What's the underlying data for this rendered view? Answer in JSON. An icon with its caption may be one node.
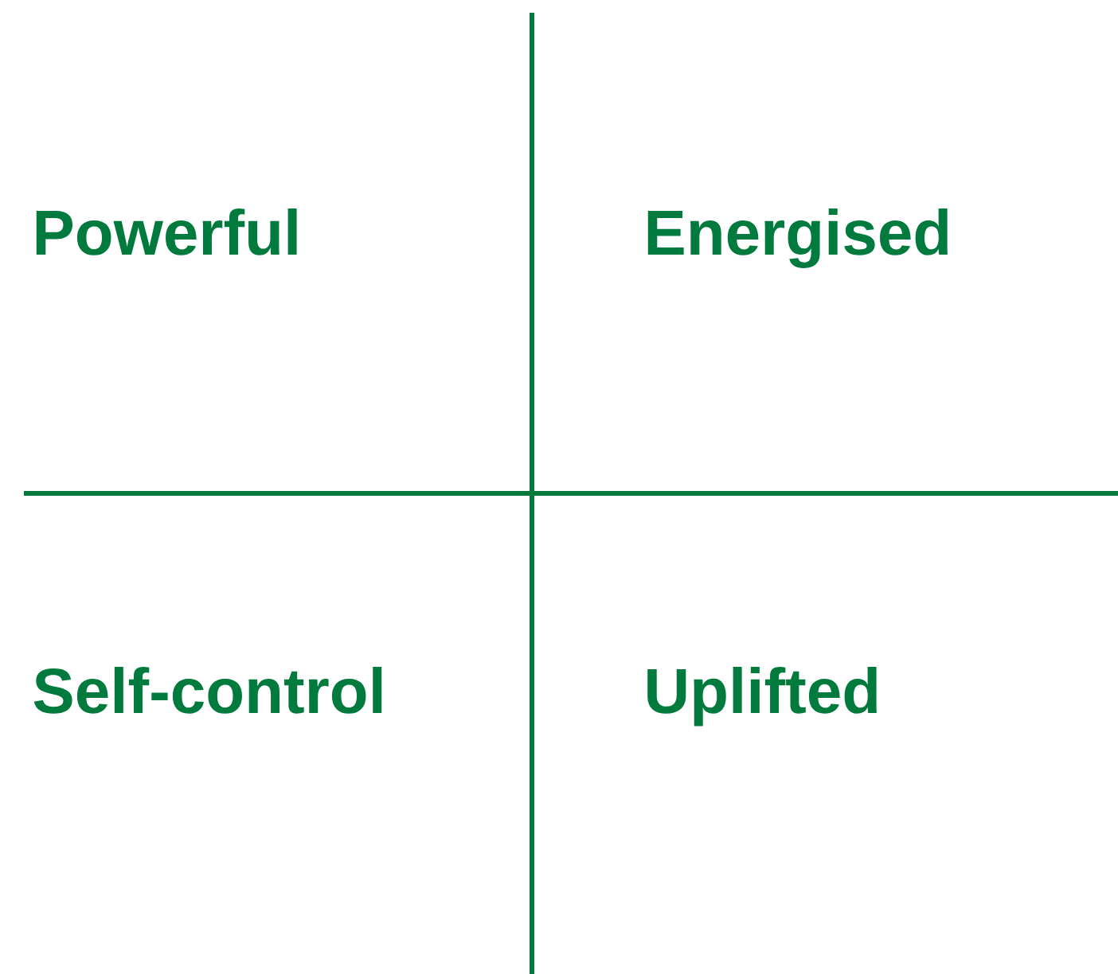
{
  "diagram": {
    "labels": [
      "Powerful",
      "Energised",
      "Self-control",
      "Uplifted"
    ]
  }
}
